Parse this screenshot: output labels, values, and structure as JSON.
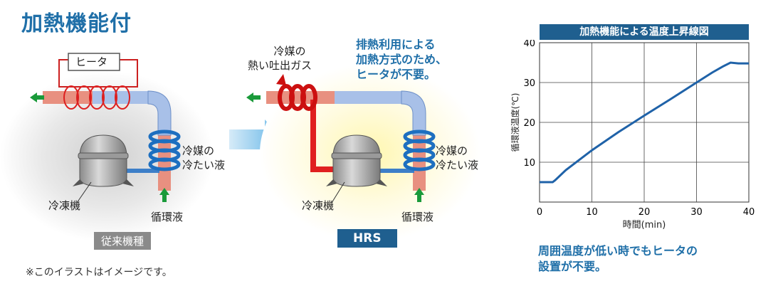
{
  "title": "加熱機能付",
  "footnote": "※このイラストはイメージです。",
  "left_panel": {
    "heater": "ヒータ",
    "compressor": "冷凍機",
    "cold_refrigerant_1": "冷媒の",
    "cold_refrigerant_2": "冷たい液",
    "circulating_fluid": "循環液",
    "tag": "従来機種"
  },
  "right_panel": {
    "hot_gas_1": "冷媒の",
    "hot_gas_2": "熱い吐出ガス",
    "note_1": "排熱利用による",
    "note_2": "加熱方式のため、",
    "note_3": "ヒータが不要。",
    "compressor": "冷凍機",
    "cold_refrigerant_1": "冷媒の",
    "cold_refrigerant_2": "冷たい液",
    "circulating_fluid": "循環液",
    "tag": "HRS"
  },
  "chart_note_1": "周囲温度が低い時でもヒータの",
  "chart_note_2": "設置が不要。",
  "colors": {
    "accent": "#1f6fa8",
    "hot": "#e02020",
    "cold": "#7aa0d8",
    "fluid": "#e89080"
  },
  "chart_data": {
    "type": "line",
    "title": "加熱機能による温度上昇線図",
    "xlabel": "時間(min)",
    "ylabel": "循環液温度(℃)",
    "xlim": [
      0,
      40
    ],
    "ylim": [
      0,
      40
    ],
    "xticks": [
      0,
      10,
      20,
      30,
      40
    ],
    "yticks": [
      10,
      20,
      30,
      40
    ],
    "grid": true,
    "series": [
      {
        "x": [
          0,
          2.5,
          3,
          5,
          10,
          15,
          20,
          25,
          30,
          33,
          35,
          36.5,
          38,
          40
        ],
        "y": [
          5,
          5,
          5.5,
          8,
          13,
          17.5,
          21.7,
          25.8,
          30,
          32.5,
          34,
          35,
          34.8,
          34.8
        ]
      }
    ]
  }
}
